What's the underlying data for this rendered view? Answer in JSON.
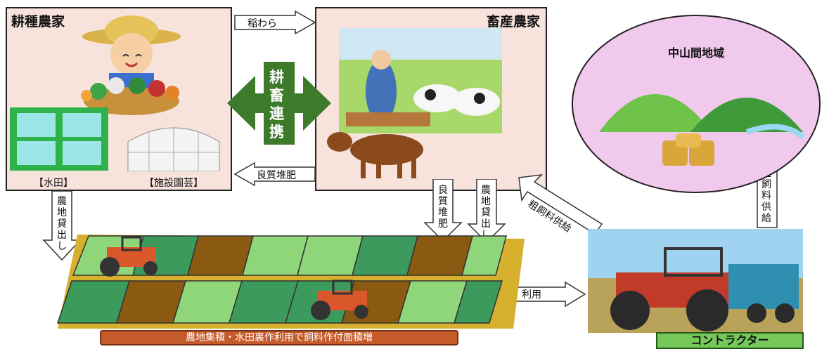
{
  "crop_farmer": {
    "title": "耕種農家",
    "paddy_label": "【水田】",
    "greenhouse_label": "【施設園芸】"
  },
  "livestock_farmer": {
    "title": "畜産農家"
  },
  "hill_area": {
    "title": "中山間地域"
  },
  "center": {
    "chars": [
      "耕",
      "畜",
      "連",
      "携"
    ]
  },
  "arrows": {
    "straw": "稲わら",
    "manure_left": "良質堆肥",
    "land_lease_left": [
      "農",
      "地",
      "貸",
      "出",
      "し"
    ],
    "manure_down": [
      "良",
      "質",
      "堆",
      "肥"
    ],
    "land_lease_right": [
      "農",
      "地",
      "貸",
      "出",
      "し"
    ],
    "feed_supply_diag": "粗飼料供給",
    "use": "利用",
    "feed_supply_up": [
      "粗",
      "飼",
      "料",
      "供",
      "給"
    ]
  },
  "banner": "農地集積・水田裏作利用で飼料作付面積増",
  "contractor": "コントラクター",
  "colors": {
    "box_fill": "#f7e3dc",
    "center_green": "#3d7a2a",
    "field_light": "#8fd67a",
    "field_dark": "#3c9a5c",
    "field_brown": "#8a5a12",
    "hill_bg": "#f0c9ec"
  }
}
